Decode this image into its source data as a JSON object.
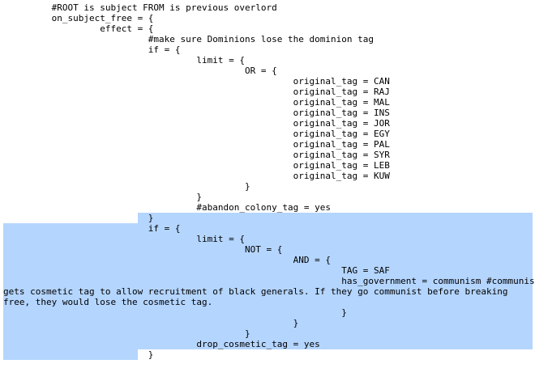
{
  "editor": {
    "selection_color": "#b4d5fe",
    "text_color": "#000000",
    "lines": [
      "         #ROOT is subject FROM is previous overlord",
      "         on_subject_free = {",
      "                  effect = {",
      "                           #make sure Dominions lose the dominion tag",
      "                           if = {",
      "                                    limit = {",
      "                                             OR = {",
      "                                                      original_tag = CAN",
      "                                                      original_tag = RAJ",
      "                                                      original_tag = MAL",
      "                                                      original_tag = INS",
      "                                                      original_tag = JOR",
      "                                                      original_tag = EGY",
      "                                                      original_tag = PAL",
      "                                                      original_tag = SYR",
      "                                                      original_tag = LEB",
      "                                                      original_tag = KUW",
      "                                             }",
      "                                    }",
      "                                    #abandon_colony_tag = yes",
      "                           }",
      "                           if = {",
      "                                    limit = {",
      "                                             NOT = {",
      "                                                      AND = {",
      "                                                               TAG = SAF",
      "                                                               has_government = communism #communist SAF",
      "gets cosmetic tag to allow recruitment of black generals. If they go communist before breaking",
      "free, they would lose the cosmetic tag.",
      "                                                               }",
      "                                                      }",
      "                                             }",
      "                                    drop_cosmetic_tag = yes",
      "                           }"
    ]
  }
}
